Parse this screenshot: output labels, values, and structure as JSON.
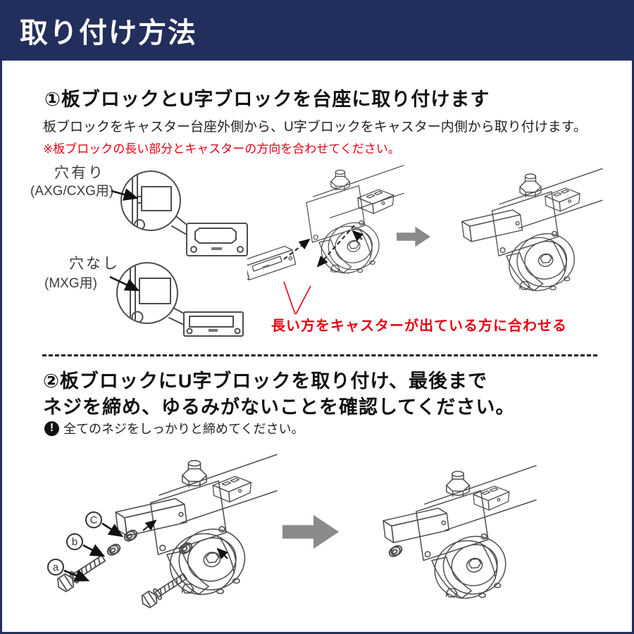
{
  "header": {
    "title": "取り付け方法"
  },
  "colors": {
    "header_bg": "#222e5c",
    "accent_red": "#e60012",
    "arrow_gray": "#8a8a8a"
  },
  "step1": {
    "heading": "①板ブロックとU字ブロックを台座に取り付けます",
    "body": "板ブロックをキャスター台座外側から、U字ブロックをキャスター内側から取り付けます。",
    "note": "※板ブロックの長い部分とキャスターの方向を合わせてください。",
    "hole_label": "穴有り",
    "hole_sub": "(AXG/CXG用)",
    "nohole_label": "穴なし",
    "nohole_sub": "(MXG用)",
    "annotation": "長い方をキャスターが出ている方に合わせる"
  },
  "step2": {
    "heading_line1": "②板ブロックにU字ブロックを取り付け、最後まで",
    "heading_line2": "ネジを締め、ゆるみがないことを確認してください。",
    "note_icon": "!",
    "note": "全てのネジをしっかりと締めてください。",
    "labels": [
      "a",
      "b",
      "C"
    ]
  }
}
